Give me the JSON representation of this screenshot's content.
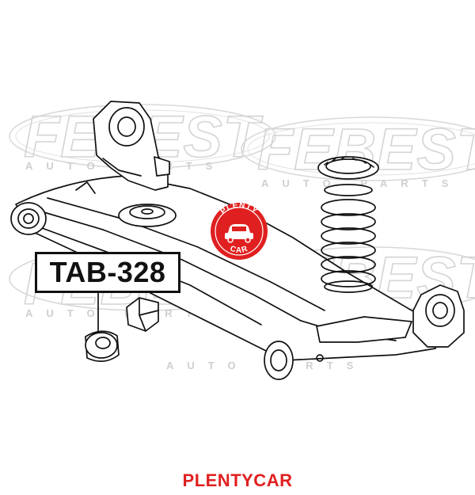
{
  "watermark": {
    "brand": "FEBEST",
    "subtitle": "AUTO PARTS"
  },
  "logo": {
    "top_text": "PLENTY",
    "bottom_text": "CAR",
    "color": "#e02020"
  },
  "part_label": "TAB-328",
  "footer": {
    "brand": "PLENTYCAR",
    "color": "#e02020"
  }
}
